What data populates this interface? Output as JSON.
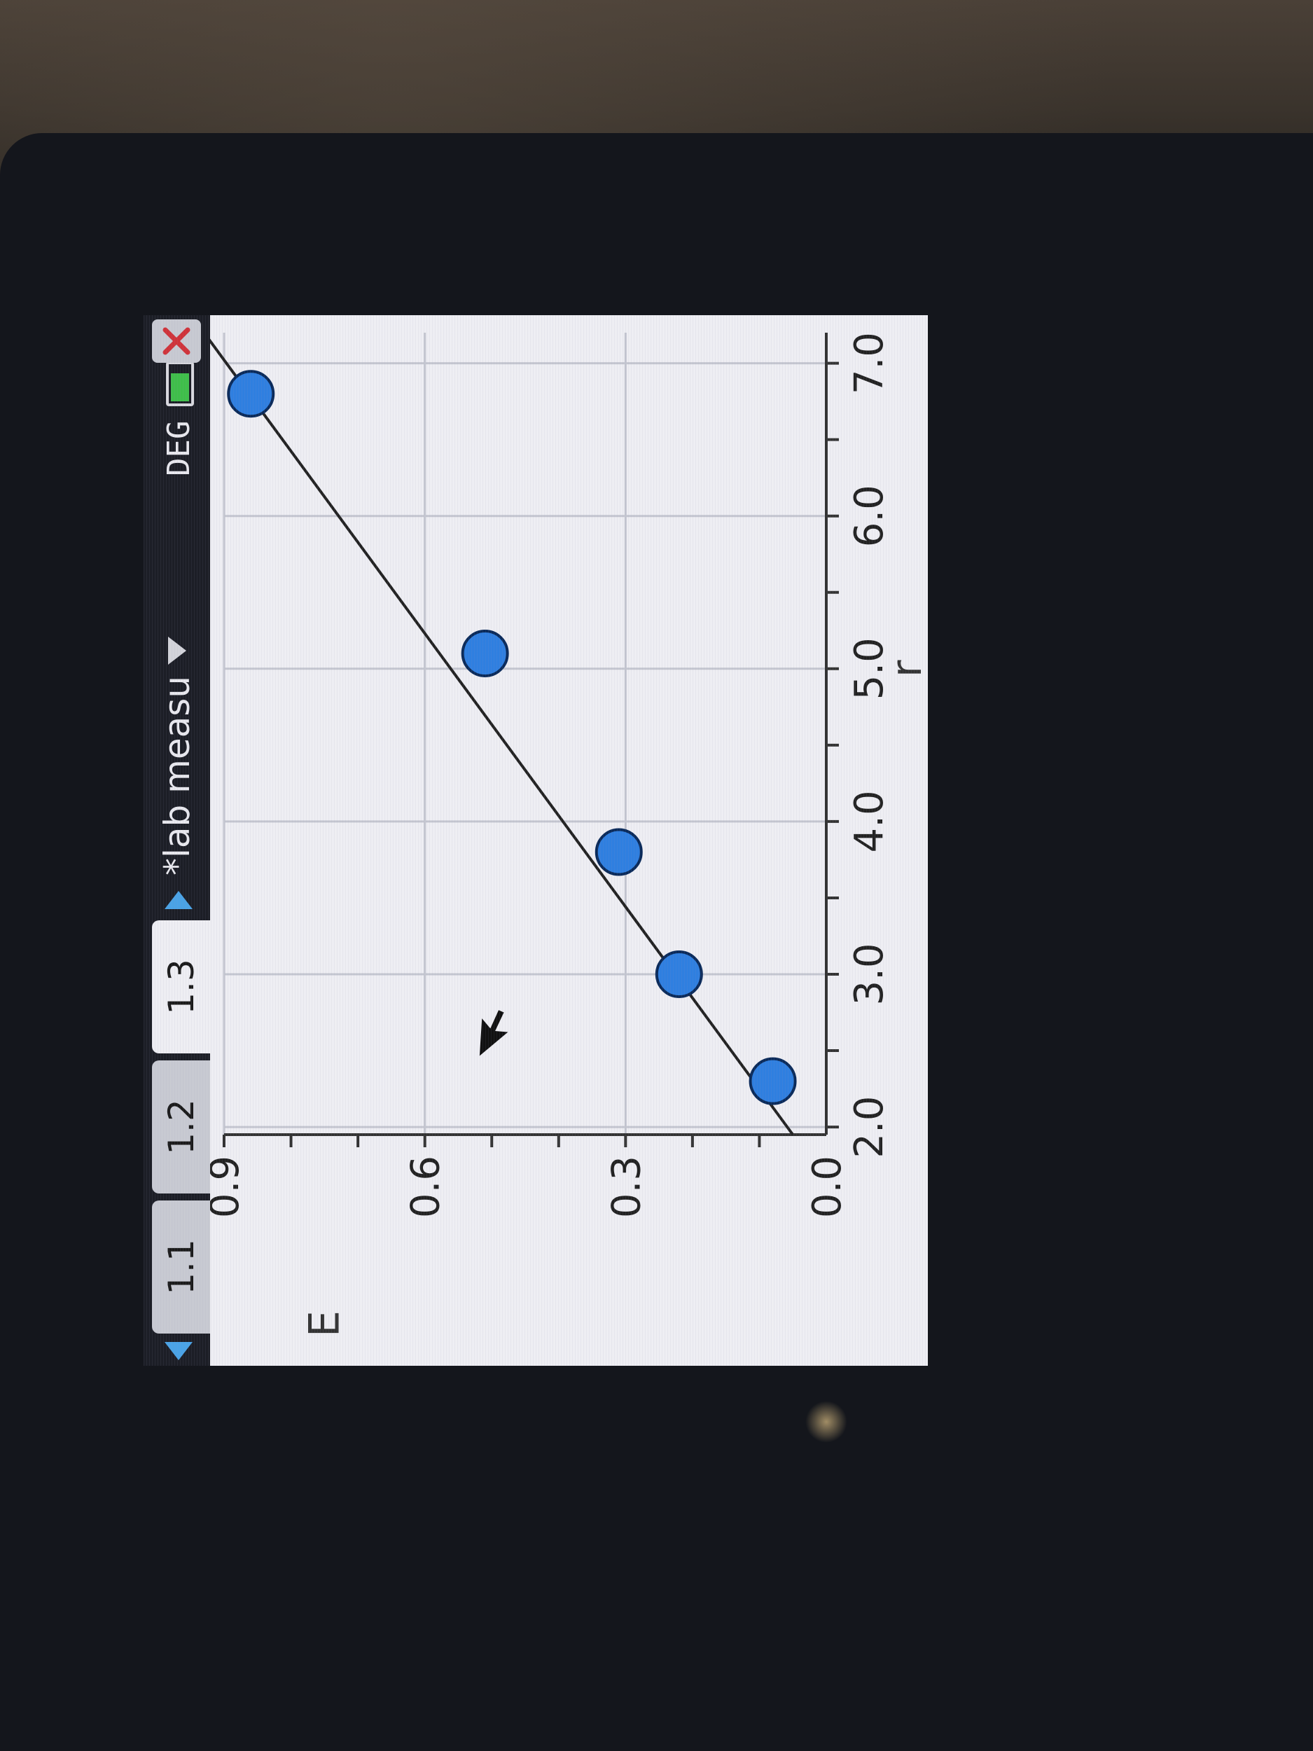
{
  "tabs": [
    {
      "label": "1.1",
      "active": false
    },
    {
      "label": "1.2",
      "active": false
    },
    {
      "label": "1.3",
      "active": true
    }
  ],
  "document": {
    "title": "*lab measu"
  },
  "status": {
    "mode": "DEG"
  },
  "icons": {
    "tab_left": "triangle-left-icon",
    "tab_right": "triangle-right-icon",
    "dropdown": "chevron-down-icon",
    "battery": "battery-icon",
    "close": "close-icon",
    "cursor": "pointer-cursor-icon"
  },
  "colors": {
    "point_fill": "#2f7fe0",
    "line": "#222222",
    "accent_arrow": "#4aa3e6",
    "close_x": "#d0333a"
  },
  "chart_data": {
    "type": "scatter",
    "xlabel": "r",
    "ylabel": "E",
    "xlim": [
      1.95,
      7.2
    ],
    "ylim": [
      0.0,
      0.9
    ],
    "x_ticks": [
      "2.0",
      "3.0",
      "4.0",
      "5.0",
      "6.0",
      "7.0"
    ],
    "y_ticks": [
      "0.0",
      "0.3",
      "0.6",
      "0.9"
    ],
    "grid": true,
    "series": [
      {
        "x": [
          2.3,
          3.0,
          3.8,
          5.1,
          6.8
        ],
        "y": [
          0.08,
          0.22,
          0.31,
          0.51,
          0.86
        ]
      }
    ],
    "fit_line": {
      "x": [
        1.95,
        7.2
      ],
      "y": [
        0.05,
        0.93
      ]
    }
  }
}
